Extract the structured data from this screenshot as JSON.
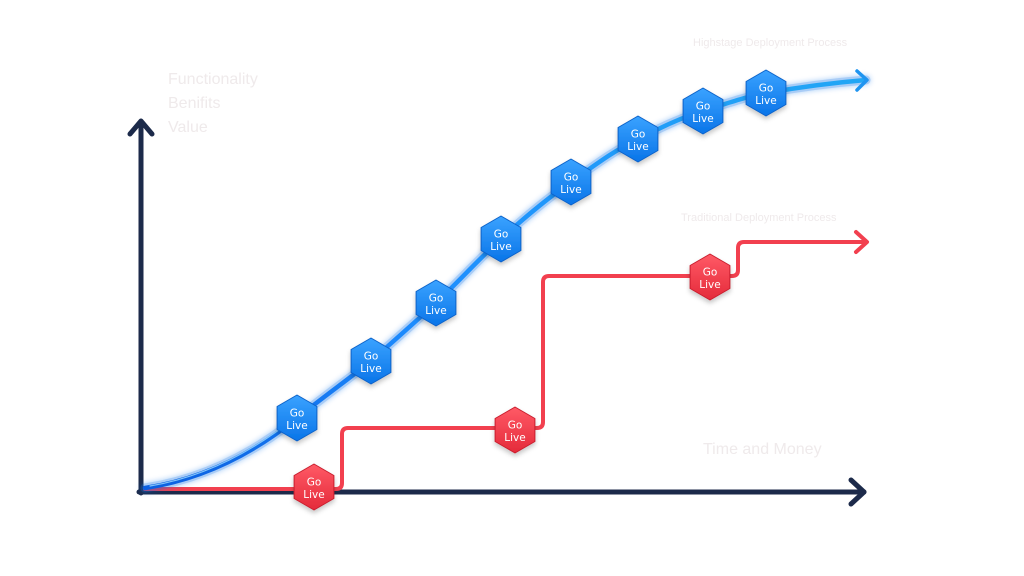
{
  "diagram": {
    "y_axis_labels": [
      "Functionality",
      "Benifits",
      "Value"
    ],
    "x_axis_label": "Time and Money",
    "series": [
      {
        "name": "Highstage Deployment Process",
        "color": "#1a8cff",
        "milestone_label_line1": "Go",
        "milestone_label_line2": "Live",
        "milestone_count": 8
      },
      {
        "name": "Traditional Deployment Process",
        "color": "#f2404f",
        "milestone_label_line1": "Go",
        "milestone_label_line2": "Live",
        "milestone_count": 3
      }
    ]
  }
}
